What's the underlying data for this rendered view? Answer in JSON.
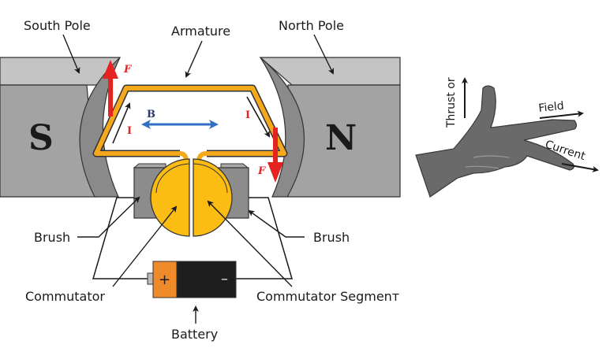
{
  "title": "DC Motor - Fleming's Left Hand Rule",
  "labels": {
    "south_pole": "South Pole",
    "north_pole": "North Pole",
    "armature": "Armature",
    "brush_left": "Brush",
    "brush_right": "Brush",
    "commutator": "Commutator",
    "commutator_segment": "Commutator Segmenт",
    "battery": "Battery"
  },
  "poles": {
    "south_letter": "S",
    "north_letter": "N"
  },
  "symbols": {
    "force_left": "F",
    "force_right": "F",
    "current_left": "I",
    "current_right": "I",
    "field": "B"
  },
  "battery": {
    "positive": "+",
    "negative": "–"
  },
  "hand_rule": {
    "thrust": "Thrust or",
    "field": "Field",
    "current": "Current"
  },
  "colors": {
    "magnet_top": "#c4c4c4",
    "magnet_body": "#a3a3a3",
    "pole_face": "#8a8a8a",
    "armature": "#f5a81c",
    "commutator": "#fbbd14",
    "brush": "#8c8c8c",
    "force_arrow": "#e52421",
    "field_arrow": "#2f6fc4",
    "battery_positive": "#ef8a2a",
    "battery_body": "#1e1e1e",
    "hand": "#6a6a6a"
  }
}
